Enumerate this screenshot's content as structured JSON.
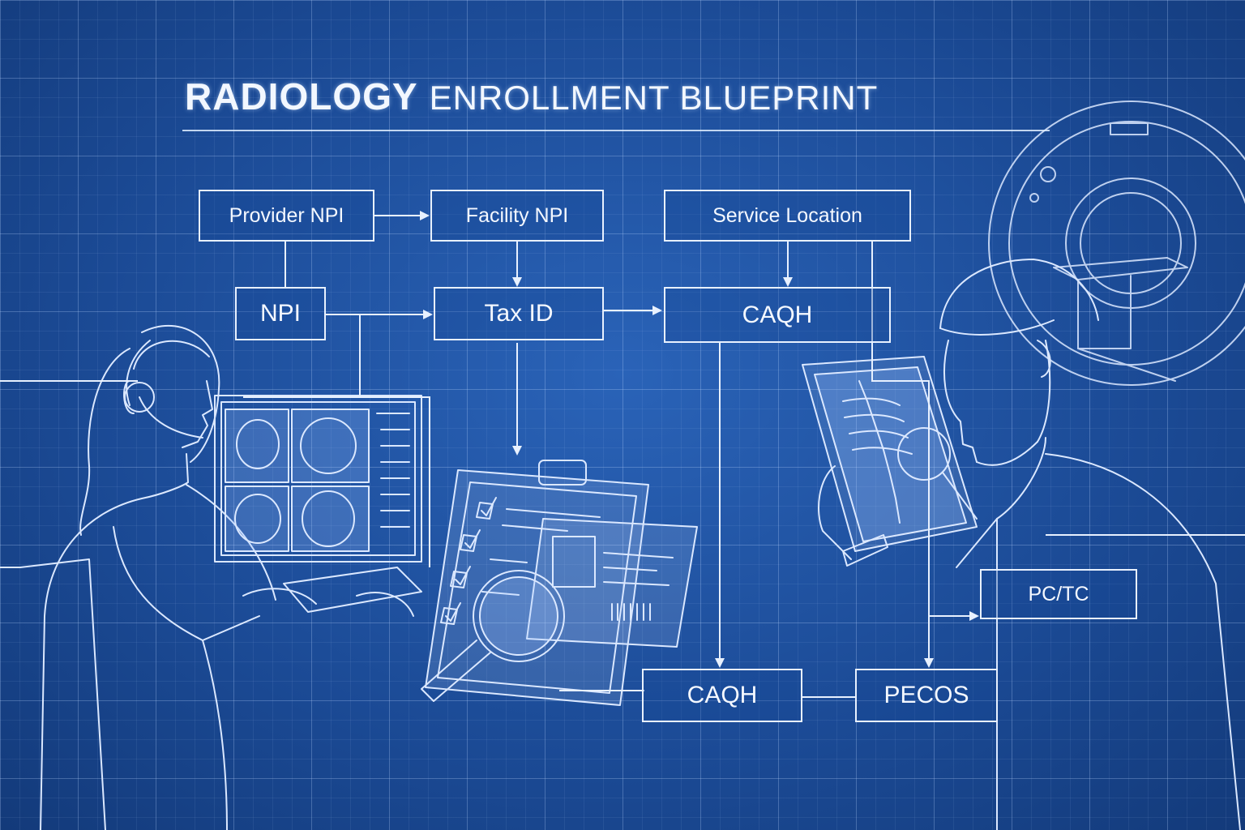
{
  "title": {
    "bold": "RADIOLOGY",
    "regular": "ENROLLMENT BLUEPRINT"
  },
  "nodes": {
    "provider_npi": "Provider NPI",
    "facility_npi": "Facility NPI",
    "service_location": "Service Location",
    "npi": "NPI",
    "tax_id": "Tax ID",
    "caqh_top": "CAQH",
    "pc_tc": "PC/TC",
    "caqh_bottom": "CAQH",
    "pecos": "PECOS"
  },
  "icons": {
    "left_figure": "credentialing-specialist-headset-illustration",
    "monitor": "radiology-scan-monitor-illustration",
    "clipboard": "checklist-clipboard-magnifier-illustration",
    "right_figure": "radiologist-reviewing-xray-illustration",
    "scanner": "ct-mri-scanner-illustration"
  },
  "colors": {
    "background": "#1d4f9c",
    "line": "#e8f1ff",
    "accent": "#9cc3ff"
  }
}
